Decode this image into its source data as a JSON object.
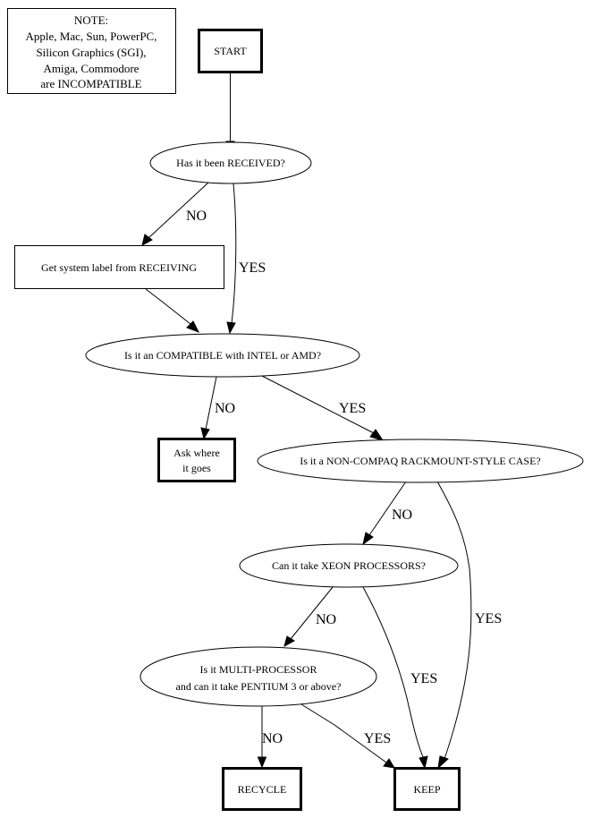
{
  "diagram": {
    "type": "flowchart",
    "note": {
      "lines": [
        "NOTE:",
        "Apple, Mac, Sun, PowerPC,",
        "Silicon Graphics (SGI),",
        "Amiga, Commodore",
        "are INCOMPATIBLE"
      ]
    },
    "nodes": {
      "start": {
        "label": "START",
        "shape": "box-bold"
      },
      "received": {
        "label": "Has it been RECEIVED?",
        "shape": "ellipse"
      },
      "get_label": {
        "label": "Get system label from RECEIVING",
        "shape": "box"
      },
      "compatible": {
        "label": "Is it an COMPATIBLE with INTEL or AMD?",
        "shape": "ellipse"
      },
      "ask": {
        "lines": [
          "Ask where",
          "it goes"
        ],
        "shape": "box-bold"
      },
      "rackmount": {
        "label": "Is it a NON-COMPAQ RACKMOUNT-STYLE CASE?",
        "shape": "ellipse"
      },
      "xeon": {
        "label": "Can it take XEON PROCESSORS?",
        "shape": "ellipse"
      },
      "multi": {
        "lines": [
          "Is it MULTI-PROCESSOR",
          "and can it take PENTIUM 3 or above?"
        ],
        "shape": "ellipse"
      },
      "recycle": {
        "label": "RECYCLE",
        "shape": "box-bold"
      },
      "keep": {
        "label": "KEEP",
        "shape": "box-bold"
      }
    },
    "edges": [
      {
        "from": "start",
        "to": "received",
        "label": ""
      },
      {
        "from": "received",
        "to": "get_label",
        "label": "NO"
      },
      {
        "from": "received",
        "to": "compatible",
        "label": "YES"
      },
      {
        "from": "get_label",
        "to": "compatible",
        "label": ""
      },
      {
        "from": "compatible",
        "to": "ask",
        "label": "NO"
      },
      {
        "from": "compatible",
        "to": "rackmount",
        "label": "YES"
      },
      {
        "from": "rackmount",
        "to": "xeon",
        "label": "NO"
      },
      {
        "from": "rackmount",
        "to": "keep",
        "label": "YES"
      },
      {
        "from": "xeon",
        "to": "multi",
        "label": "NO"
      },
      {
        "from": "xeon",
        "to": "keep",
        "label": "YES"
      },
      {
        "from": "multi",
        "to": "recycle",
        "label": "NO"
      },
      {
        "from": "multi",
        "to": "keep",
        "label": "YES"
      }
    ]
  }
}
